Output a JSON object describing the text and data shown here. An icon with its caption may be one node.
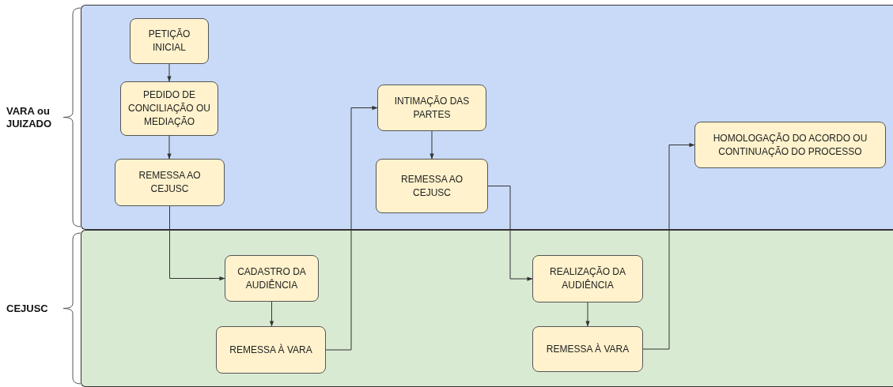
{
  "diagram": {
    "nodes": [
      {
        "text": [
          "VARA ou JUIZADO"
        ]
      },
      {
        "text": [
          "PETIÇÃO INICIAL"
        ],
        "in": 0
      },
      {
        "text": [
          "PEDIDO DE CONCILIAÇÃO OU MEDIAÇÃO"
        ],
        "in": 0
      },
      {
        "text": [
          "REMESSA AO CEJUSC"
        ],
        "in": 0
      },
      {
        "text": [
          "INTIMAÇÃO DAS PARTES"
        ],
        "in": 0
      },
      {
        "text": [
          "REMESSA AO CEJUSC"
        ],
        "in": 0
      },
      {
        "text": [
          "HOMOLOGAÇÃO DO ACORDO OU CONTINUAÇÃO DO PROCESSO"
        ],
        "in": 0
      },
      {
        "text": [
          "CEJUSC"
        ]
      },
      {
        "text": [
          "CADASTRO DA AUDIÊNCIA"
        ],
        "in": 7
      },
      {
        "text": [
          "REMESSA À VARA"
        ],
        "in": 7
      },
      {
        "text": [
          "REALIZAÇÃO DA AUDIÊNCIA"
        ],
        "in": 7
      },
      {
        "text": [
          "REMESSA À VARA"
        ],
        "in": 7
      }
    ],
    "edges": [
      {
        "from": 1,
        "to": 2,
        "arrow": "to"
      },
      {
        "from": 2,
        "to": 3,
        "arrow": "to"
      },
      {
        "from": 3,
        "to": 8,
        "arrow": "to"
      },
      {
        "from": 8,
        "to": 9,
        "arrow": "to"
      },
      {
        "from": 9,
        "to": 4,
        "arrow": "to"
      },
      {
        "from": 4,
        "to": 5,
        "arrow": "to"
      },
      {
        "from": 5,
        "to": 10,
        "arrow": "to"
      },
      {
        "from": 10,
        "to": 11,
        "arrow": "to"
      },
      {
        "from": 11,
        "to": 6,
        "arrow": "to"
      }
    ]
  }
}
